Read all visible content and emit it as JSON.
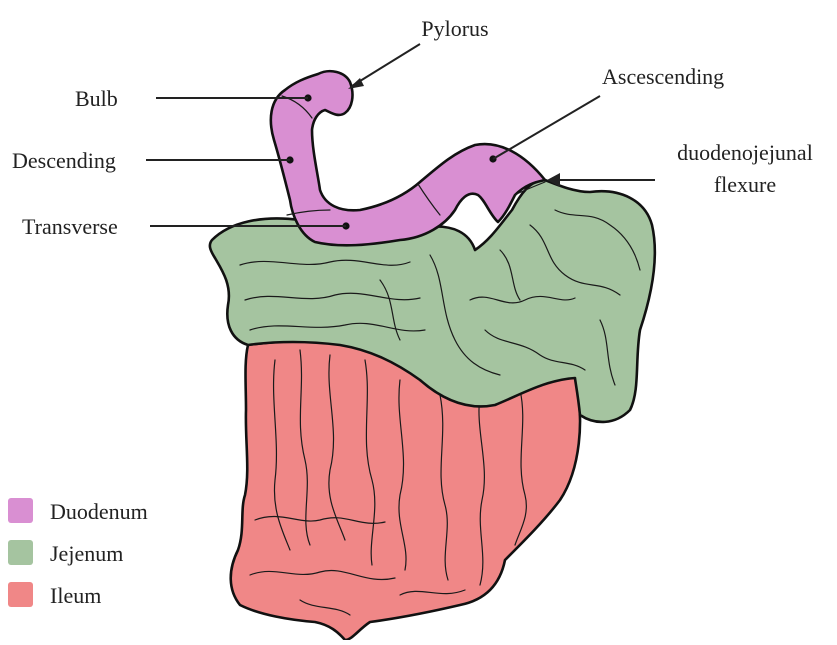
{
  "diagram": {
    "labels": {
      "pylorus": "Pylorus",
      "bulb": "Bulb",
      "descending": "Descending",
      "transverse": "Transverse",
      "ascending": "Ascescending",
      "dj_flexure_line1": "duodenojejunal",
      "dj_flexure_line2": "flexure"
    },
    "legend": [
      {
        "label": "Duodenum",
        "color": "#d98fd2"
      },
      {
        "label": "Jejenum",
        "color": "#a5c4a0"
      },
      {
        "label": "Ileum",
        "color": "#f08787"
      }
    ],
    "colors": {
      "duodenum": "#d98fd2",
      "jejunum": "#a5c4a0",
      "ileum": "#f08787",
      "outline": "#111111"
    }
  }
}
